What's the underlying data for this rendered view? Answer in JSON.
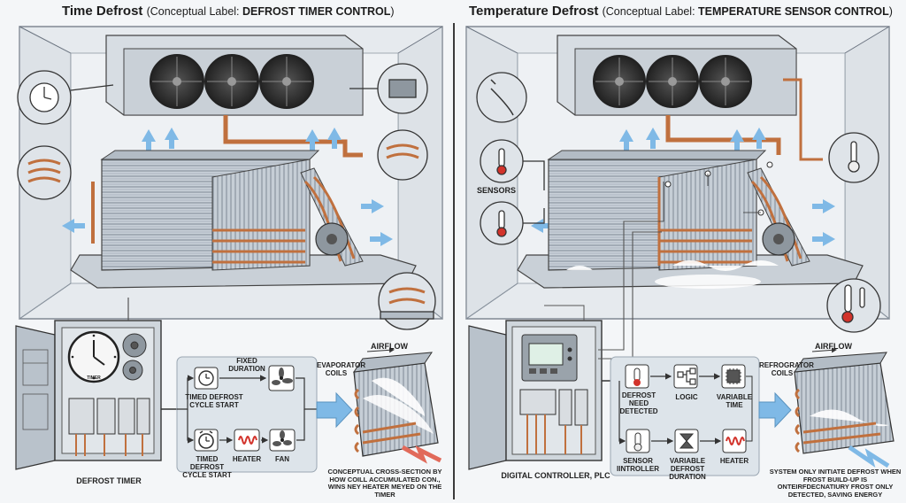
{
  "left": {
    "title": "Time Defrost",
    "subtitle_prefix": "(Conceptual Label: ",
    "subtitle_bold": "DEFROST TIMER CONTROL",
    "subtitle_suffix": ")",
    "controller_label": "DEFROST TIMER",
    "timer_brand": "TIMER",
    "flow": {
      "fixed_duration": "FIXED DURATION",
      "cycle_start_1": "TIMED DEFROST CYCLE START",
      "cycle_start_2": "TIMED DEFROST CYCLE START",
      "heater": "HEATER",
      "fan": "FAN"
    },
    "coil": {
      "airflow": "AIRFLOW",
      "coils_label": "EVAPORATOR COILS",
      "caption": "CONCEPTUAL CROSS-SECTION BY HOW COILL ACCUMULATED CON., WINS NEY HEATER MEYED ON THE TIMER"
    }
  },
  "right": {
    "title": "Temperature Defrost",
    "subtitle_prefix": "(Conceptual Label: ",
    "subtitle_bold": "TEMPERATURE SENSOR CONTROL",
    "subtitle_suffix": ")",
    "sensors_label": "SENSORS",
    "controller_label": "DIGITAL CONTROLLER, PLC",
    "flow": {
      "need_detected": "DEFROST NEED DETECTED",
      "logic": "LOGIC",
      "variable_time": "VARIABLE TIME",
      "sensor_controller": "SENSOR IINTROLLER",
      "variable_duration": "VARIABLE DEFROST DURATION",
      "heater": "HEATER"
    },
    "coil": {
      "airflow": "AIRFLOW",
      "coils_label": "REFROGRATOR COILS",
      "caption": "SYSTEM ONLY INITIATE DEFROST WHEN FROST BUILD-UP IS ONTEIRFDECNATIURY FROST ONLY DETECTED, SAVING ENERGY"
    }
  },
  "colors": {
    "copper": "#c0703e",
    "fin": "#9aa6b2",
    "airflow": "#7fb9e6",
    "panel": "#b9c2cb",
    "frost": "#ffffff"
  }
}
